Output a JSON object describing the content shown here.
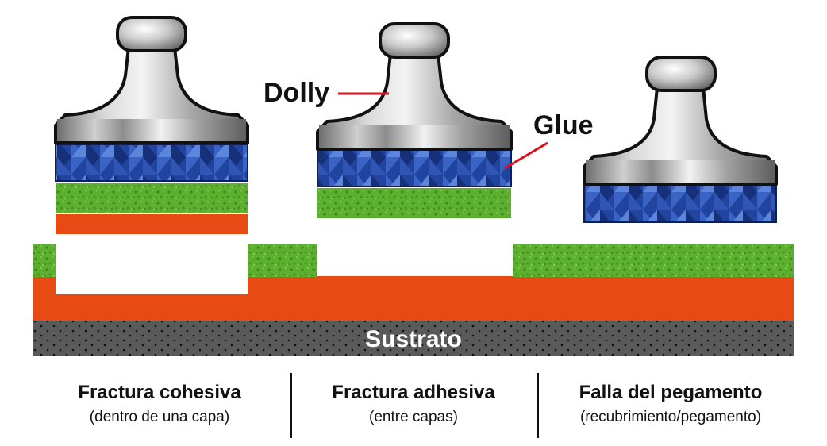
{
  "labels": {
    "dolly": "Dolly",
    "glue": "Glue",
    "substrate": "Sustrato"
  },
  "captions": [
    {
      "title": "Fractura cohesiva",
      "subtitle": "(dentro de una capa)"
    },
    {
      "title": "Fractura adhesiva",
      "subtitle": "(entre capas)"
    },
    {
      "title": "Falla del pegamento",
      "subtitle": "(recubrimiento/pegamento)"
    }
  ],
  "colors": {
    "substrate": "#555555",
    "orange_layer": "#e84a14",
    "green_layer": "#5aaa2e",
    "glue": "#1f3f9a",
    "dolly": "#b8b8b8",
    "leader_line": "#e0101a"
  },
  "icons": [
    "dolly-icon"
  ]
}
